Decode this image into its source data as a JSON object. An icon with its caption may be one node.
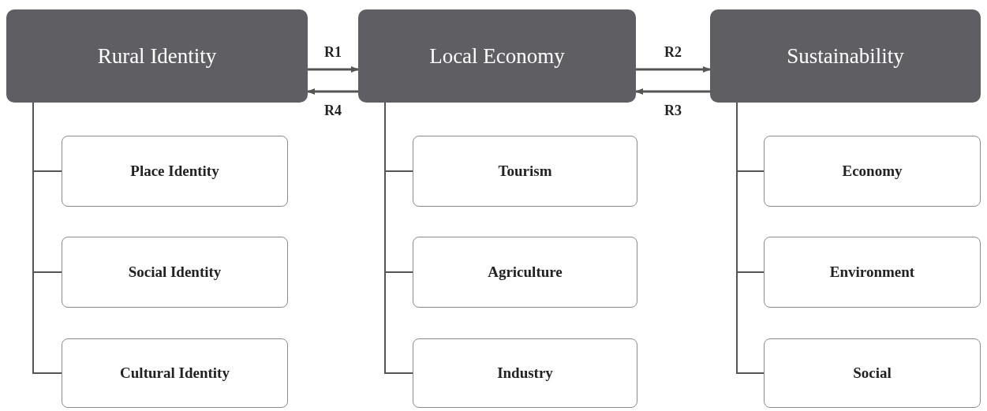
{
  "diagram": {
    "nodes": [
      {
        "text": [
          "Rural Identity"
        ]
      },
      {
        "text": [
          "Place Identity"
        ]
      },
      {
        "text": [
          "Social Identity"
        ]
      },
      {
        "text": [
          "Cultural Identity"
        ]
      },
      {
        "text": [
          "Local Economy"
        ]
      },
      {
        "text": [
          "Tourism"
        ]
      },
      {
        "text": [
          "Agriculture"
        ]
      },
      {
        "text": [
          "Industry"
        ]
      },
      {
        "text": [
          "Sustainability"
        ]
      },
      {
        "text": [
          "Economy"
        ]
      },
      {
        "text": [
          "Environment"
        ]
      },
      {
        "text": [
          "Social"
        ]
      }
    ],
    "edges": [
      {
        "from": 0,
        "to": 4,
        "arrow": "to",
        "label": "R1"
      },
      {
        "from": 4,
        "to": 0,
        "arrow": "to",
        "label": "R4"
      },
      {
        "from": 4,
        "to": 8,
        "arrow": "to",
        "label": "R2"
      },
      {
        "from": 8,
        "to": 4,
        "arrow": "to",
        "label": "R3"
      },
      {
        "from": 0,
        "to": 1,
        "arrow": "none"
      },
      {
        "from": 0,
        "to": 2,
        "arrow": "none"
      },
      {
        "from": 0,
        "to": 3,
        "arrow": "none"
      },
      {
        "from": 4,
        "to": 5,
        "arrow": "none"
      },
      {
        "from": 4,
        "to": 6,
        "arrow": "none"
      },
      {
        "from": 4,
        "to": 7,
        "arrow": "none"
      },
      {
        "from": 8,
        "to": 9,
        "arrow": "none"
      },
      {
        "from": 8,
        "to": 10,
        "arrow": "none"
      },
      {
        "from": 8,
        "to": 11,
        "arrow": "none"
      }
    ]
  }
}
